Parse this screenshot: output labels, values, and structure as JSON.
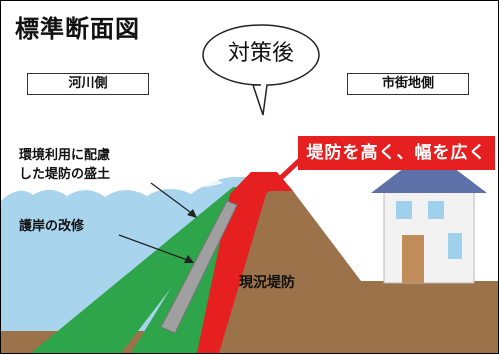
{
  "diagram": {
    "title": "標準断面図",
    "left_side_label": "河川側",
    "right_side_label": "市街地側",
    "bubble_text": "対策後",
    "callout": "堤防を高く、幅を広く",
    "label_embankment_line1": "環境利用に配慮",
    "label_embankment_line2": "した堤防の盛土",
    "label_revetment": "護岸の改修",
    "existing_dike_label": "現況堤防"
  },
  "colors": {
    "water": "#a8d4ee",
    "green_fill": "#2ea54a",
    "red_layer": "#e62020",
    "existing_dike": "#9b7249",
    "revetment": "#a0a0a0",
    "house_roof": "#5d71a8",
    "house_wall": "#f2f2f2",
    "house_window": "#9fd0ec",
    "house_door": "#c08d5a"
  }
}
